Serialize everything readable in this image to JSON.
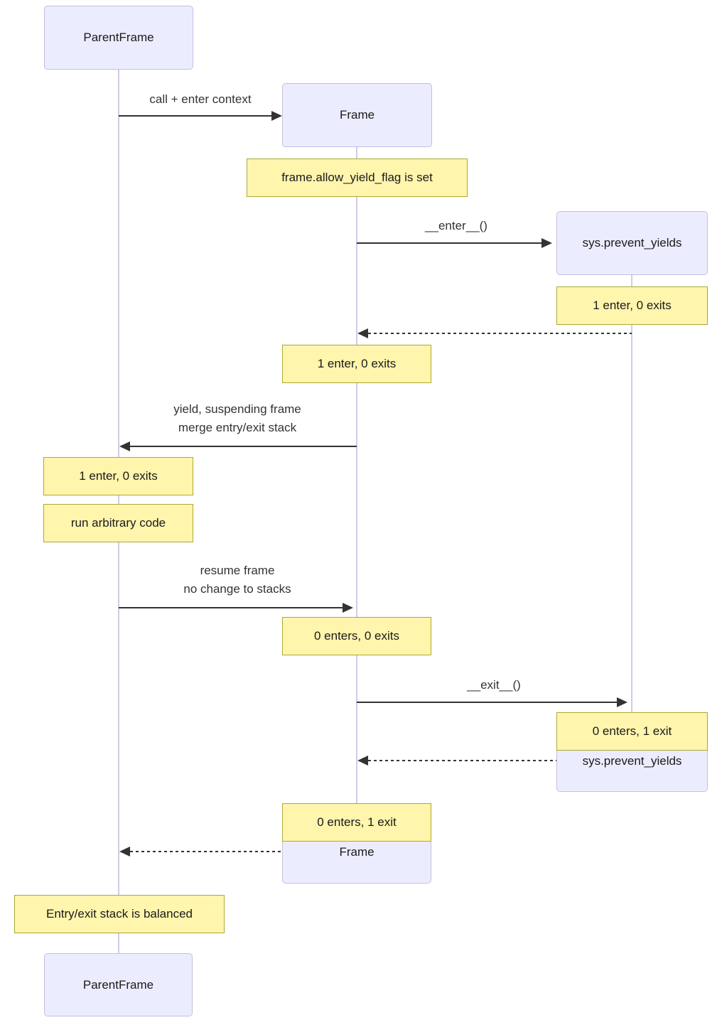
{
  "diagram": {
    "type": "sequence",
    "participants": [
      {
        "name": "ParentFrame"
      },
      {
        "name": "Frame"
      },
      {
        "name": "sys.prevent_yields"
      }
    ],
    "messages": [
      {
        "label": "call + enter context",
        "from": "ParentFrame",
        "to": "Frame",
        "style": "solid"
      },
      {
        "label": "__enter__()",
        "from": "Frame",
        "to": "sys.prevent_yields",
        "style": "solid"
      },
      {
        "label": "",
        "from": "sys.prevent_yields",
        "to": "Frame",
        "style": "dashed"
      },
      {
        "label": "yield, suspending frame\nmerge entry/exit stack",
        "from": "Frame",
        "to": "ParentFrame",
        "style": "solid"
      },
      {
        "label": "resume frame\nno change to stacks",
        "from": "ParentFrame",
        "to": "Frame",
        "style": "solid"
      },
      {
        "label": "__exit__()",
        "from": "Frame",
        "to": "sys.prevent_yields",
        "style": "solid"
      },
      {
        "label": "",
        "from": "sys.prevent_yields",
        "to": "Frame",
        "style": "dashed"
      },
      {
        "label": "",
        "from": "Frame",
        "to": "ParentFrame",
        "style": "dashed"
      }
    ],
    "notes": [
      {
        "text": "frame.allow_yield_flag is set",
        "over": "Frame"
      },
      {
        "text": "1 enter, 0 exits",
        "over": "sys.prevent_yields"
      },
      {
        "text": "1 enter, 0 exits",
        "over": "Frame"
      },
      {
        "text": "1 enter, 0 exits",
        "over": "ParentFrame"
      },
      {
        "text": "run arbitrary code",
        "over": "ParentFrame"
      },
      {
        "text": "0 enters, 0 exits",
        "over": "Frame"
      },
      {
        "text": "0 enters, 1 exit",
        "over": "sys.prevent_yields"
      },
      {
        "text": "0 enters, 1 exit",
        "over": "Frame"
      },
      {
        "text": "Entry/exit stack is balanced",
        "over": "ParentFrame"
      }
    ]
  },
  "colors": {
    "actor_fill": "#ECECFF",
    "actor_border": "#c6bfdd",
    "note_fill": "#fff5ad",
    "note_border": "#aaaa33",
    "line": "#333333",
    "lifeline": "#d3cbe8",
    "text": "#1a1a1a",
    "message_text": "#333333"
  }
}
